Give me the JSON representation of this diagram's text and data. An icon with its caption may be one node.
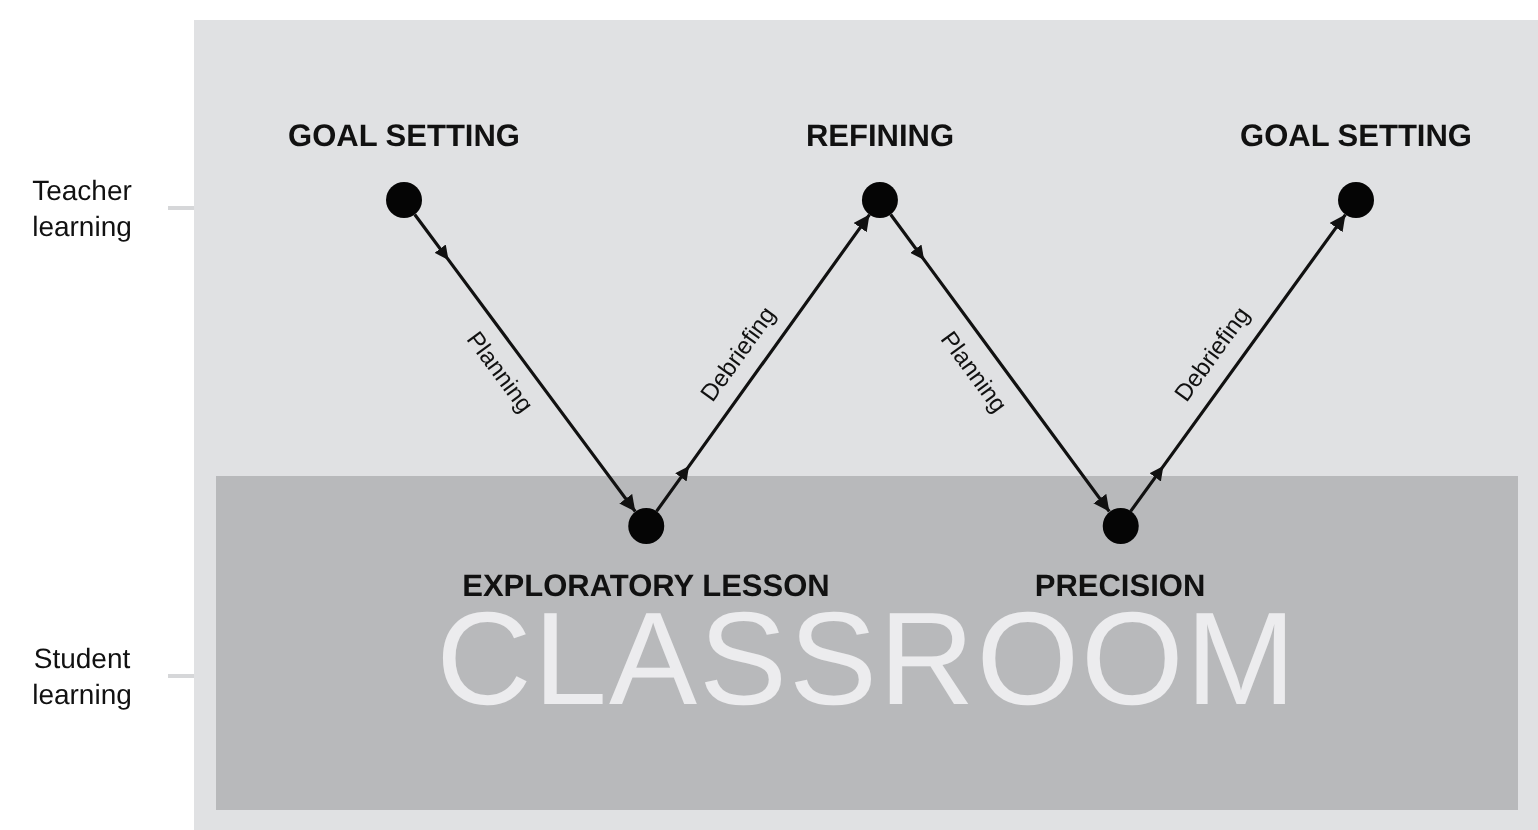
{
  "diagram": {
    "nodes": [
      {
        "text": [
          "CLASSROOM"
        ]
      },
      {
        "text": [
          "GOAL SETTING"
        ]
      },
      {
        "text": [
          "EXPLORATORY LESSON"
        ],
        "in": 0
      },
      {
        "text": [
          "REFINING"
        ]
      },
      {
        "text": [
          "PRECISION"
        ],
        "in": 0
      },
      {
        "text": [
          "GOAL SETTING"
        ]
      }
    ],
    "edges": [
      {
        "from": 1,
        "to": 2,
        "arrow": "to",
        "label": "Planning"
      },
      {
        "from": 2,
        "to": 3,
        "arrow": "to",
        "label": "Debriefing"
      },
      {
        "from": 3,
        "to": 4,
        "arrow": "to",
        "label": "Planning"
      },
      {
        "from": 4,
        "to": 5,
        "arrow": "to",
        "label": "Debriefing"
      }
    ],
    "labels": [
      "Teacher learning",
      "Student learning"
    ]
  }
}
